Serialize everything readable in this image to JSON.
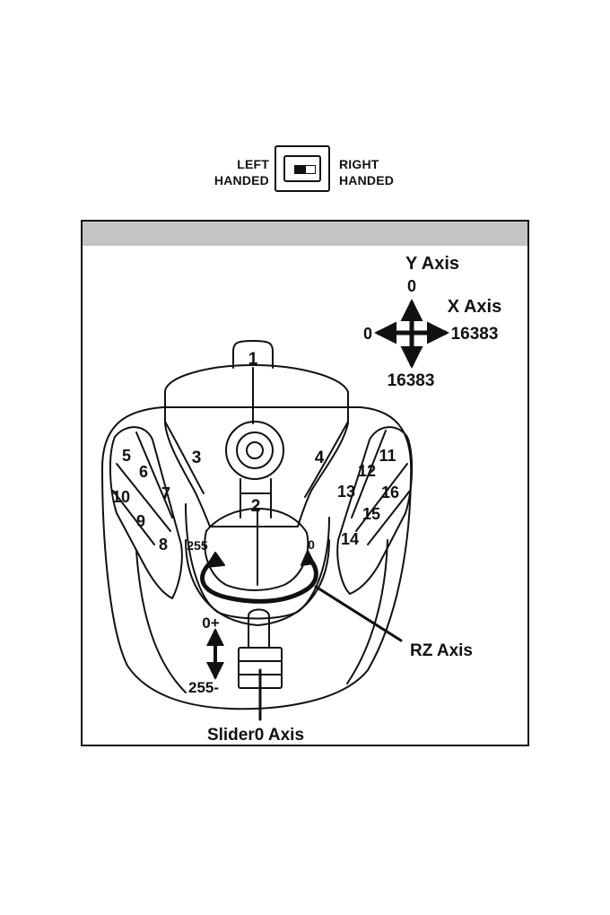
{
  "handedness": {
    "left_line1": "LEFT",
    "left_line2": "HANDED",
    "right_line1": "RIGHT",
    "right_line2": "HANDED",
    "state": "left"
  },
  "axes": {
    "y_title": "Y Axis",
    "y_top": "0",
    "y_bottom": "16383",
    "x_title": "X Axis",
    "x_left": "0",
    "x_right": "16383",
    "rz_title": "RZ Axis",
    "rz_left": "255",
    "rz_right": "0",
    "slider_title": "Slider0 Axis",
    "slider_top": "0+",
    "slider_bottom": "255-"
  },
  "buttons": [
    "1",
    "2",
    "3",
    "4",
    "5",
    "6",
    "7",
    "8",
    "9",
    "10",
    "11",
    "12",
    "13",
    "14",
    "15",
    "16"
  ],
  "colors": {
    "header_bar": "#c4c4c4",
    "ink": "#111111"
  }
}
